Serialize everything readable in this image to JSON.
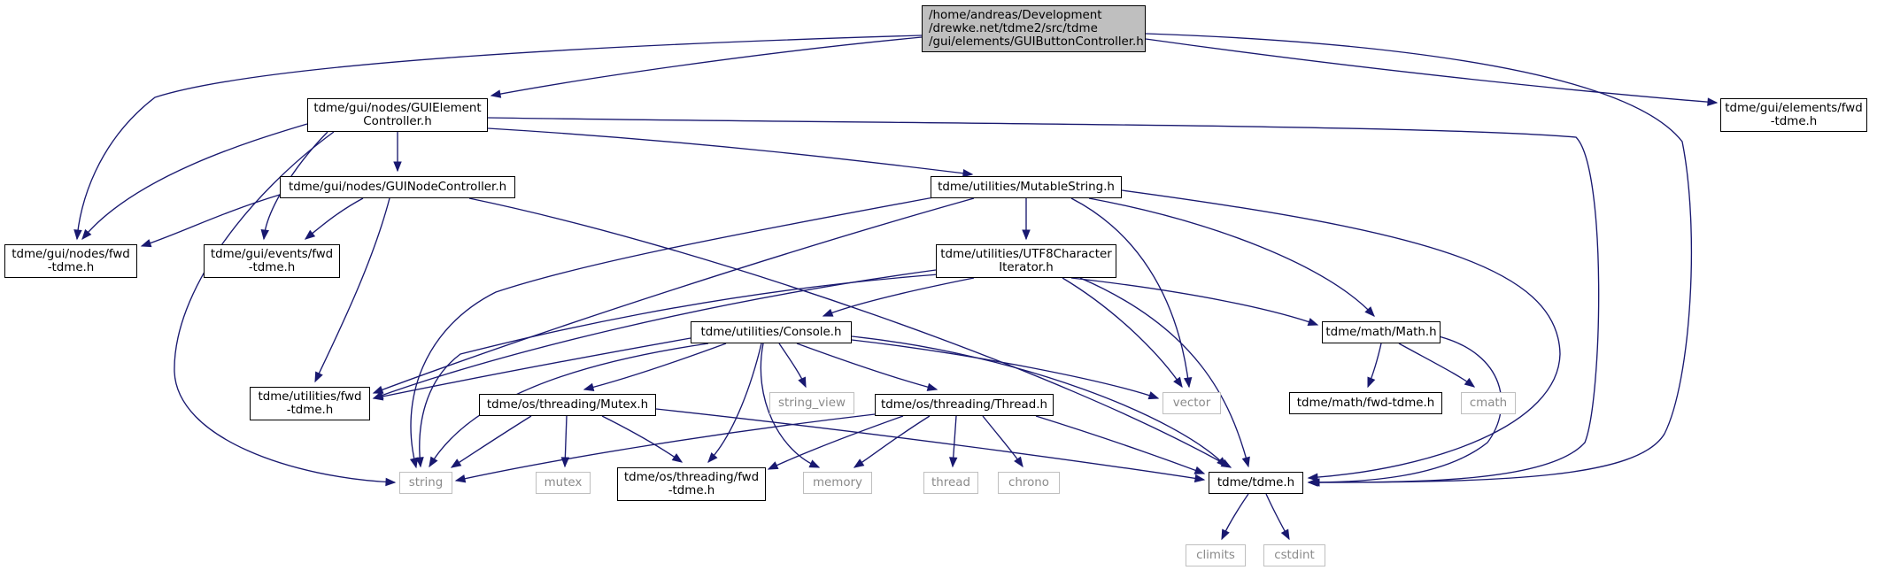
{
  "colors": {
    "edge": "#191970",
    "root_fill": "#bfbfbf",
    "system_border": "#bfbfbf",
    "system_text": "#8a8a8a",
    "node_border": "#000000"
  },
  "nodes": {
    "root": {
      "lines": [
        "/home/andreas/Development",
        "/drewke.net/tdme2/src/tdme",
        "/gui/elements/GUIButtonController.h"
      ]
    },
    "elem_ctrl": {
      "lines": [
        "tdme/gui/nodes/GUIElement",
        "Controller.h"
      ]
    },
    "elements_fwd": {
      "lines": [
        "tdme/gui/elements/fwd",
        "-tdme.h"
      ]
    },
    "node_ctrl": {
      "lines": [
        "tdme/gui/nodes/GUINodeController.h"
      ]
    },
    "mutable": {
      "lines": [
        "tdme/utilities/MutableString.h"
      ]
    },
    "nodes_fwd": {
      "lines": [
        "tdme/gui/nodes/fwd",
        "-tdme.h"
      ]
    },
    "events_fwd": {
      "lines": [
        "tdme/gui/events/fwd",
        "-tdme.h"
      ]
    },
    "utf8": {
      "lines": [
        "tdme/utilities/UTF8Character",
        "Iterator.h"
      ]
    },
    "console": {
      "lines": [
        "tdme/utilities/Console.h"
      ]
    },
    "math": {
      "lines": [
        "tdme/math/Math.h"
      ]
    },
    "util_fwd": {
      "lines": [
        "tdme/utilities/fwd",
        "-tdme.h"
      ]
    },
    "string_view": {
      "lines": [
        "string_view"
      ]
    },
    "vector": {
      "lines": [
        "vector"
      ]
    },
    "math_fwd": {
      "lines": [
        "tdme/math/fwd-tdme.h"
      ]
    },
    "cmath": {
      "lines": [
        "cmath"
      ]
    },
    "mutex_h": {
      "lines": [
        "tdme/os/threading/Mutex.h"
      ]
    },
    "thread_h": {
      "lines": [
        "tdme/os/threading/Thread.h"
      ]
    },
    "string": {
      "lines": [
        "string"
      ]
    },
    "mutex": {
      "lines": [
        "mutex"
      ]
    },
    "threading_fwd": {
      "lines": [
        "tdme/os/threading/fwd",
        "-tdme.h"
      ]
    },
    "memory": {
      "lines": [
        "memory"
      ]
    },
    "thread": {
      "lines": [
        "thread"
      ]
    },
    "chrono": {
      "lines": [
        "chrono"
      ]
    },
    "tdme_h": {
      "lines": [
        "tdme/tdme.h"
      ]
    },
    "climits": {
      "lines": [
        "climits"
      ]
    },
    "cstdint": {
      "lines": [
        "cstdint"
      ]
    }
  }
}
